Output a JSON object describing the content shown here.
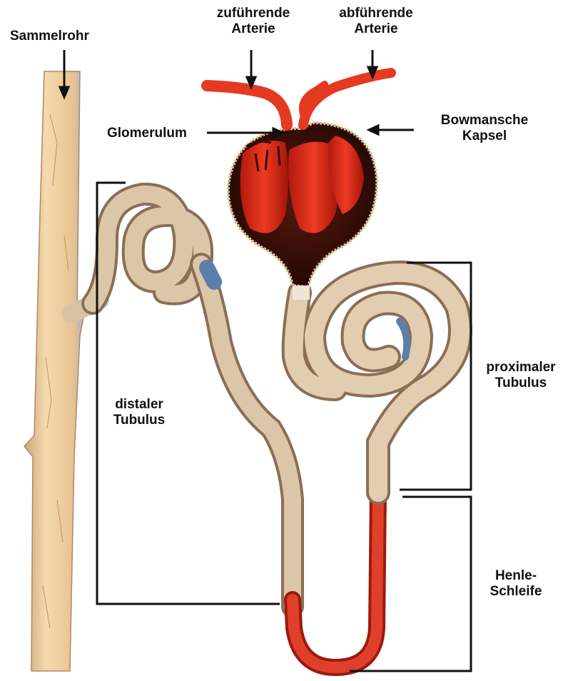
{
  "labels": {
    "sammelrohr": "Sammelrohr",
    "zufuehrende_1": "zuführende",
    "zufuehrende_2": "Arterie",
    "abfuehrende_1": "abführende",
    "abfuehrende_2": "Arterie",
    "glomerulum": "Glomerulum",
    "bowman_1": "Bowmansche",
    "bowman_2": "Kapsel",
    "proximal_1": "proximaler",
    "proximal_2": "Tubulus",
    "distal_1": "distaler",
    "distal_2": "Tubulus",
    "henle_1": "Henle-",
    "henle_2": "Schleife"
  },
  "colors": {
    "collecting_duct": "#efc998",
    "tubule": "#d9c2a4",
    "tubule_shadow": "#8a6e55",
    "vessel": "#e43a22",
    "capsule_inner": "#3a0e06",
    "capsule_rim": "#d8c08a",
    "bracket": "#111111"
  }
}
